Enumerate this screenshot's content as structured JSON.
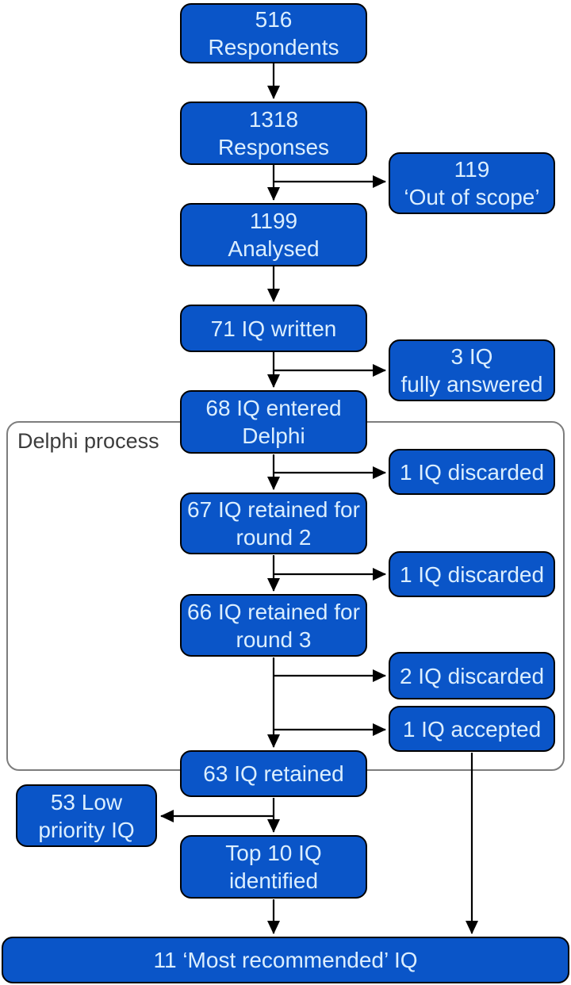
{
  "container_label": "Delphi process",
  "colors": {
    "box_fill": "#0a55c8",
    "box_border": "#000000",
    "box_text": "#dbeefe",
    "container_border": "#7d7d7d",
    "container_label": "#3c3c3c",
    "arrow": "#000000"
  },
  "boxes": {
    "respondents": "516\nRespondents",
    "responses": "1318\nResponses",
    "out_of_scope": "119\n‘Out of scope’",
    "analysed": "1199\nAnalysed",
    "iq_written": "71 IQ written",
    "fully_answered": "3 IQ\nfully answered",
    "entered_delphi": "68 IQ entered\nDelphi",
    "discarded_round1": "1 IQ discarded",
    "retained_round2": "67 IQ retained for\nround 2",
    "discarded_round2": "1 IQ discarded",
    "retained_round3": "66 IQ retained for\nround 3",
    "discarded_round3": "2 IQ discarded",
    "accepted": "1 IQ accepted",
    "retained_final": "63 IQ retained",
    "low_priority": "53 Low\npriority IQ",
    "top_ten": "Top 10 IQ\nidentified",
    "most_recommended": "11 ‘Most recommended’ IQ"
  }
}
